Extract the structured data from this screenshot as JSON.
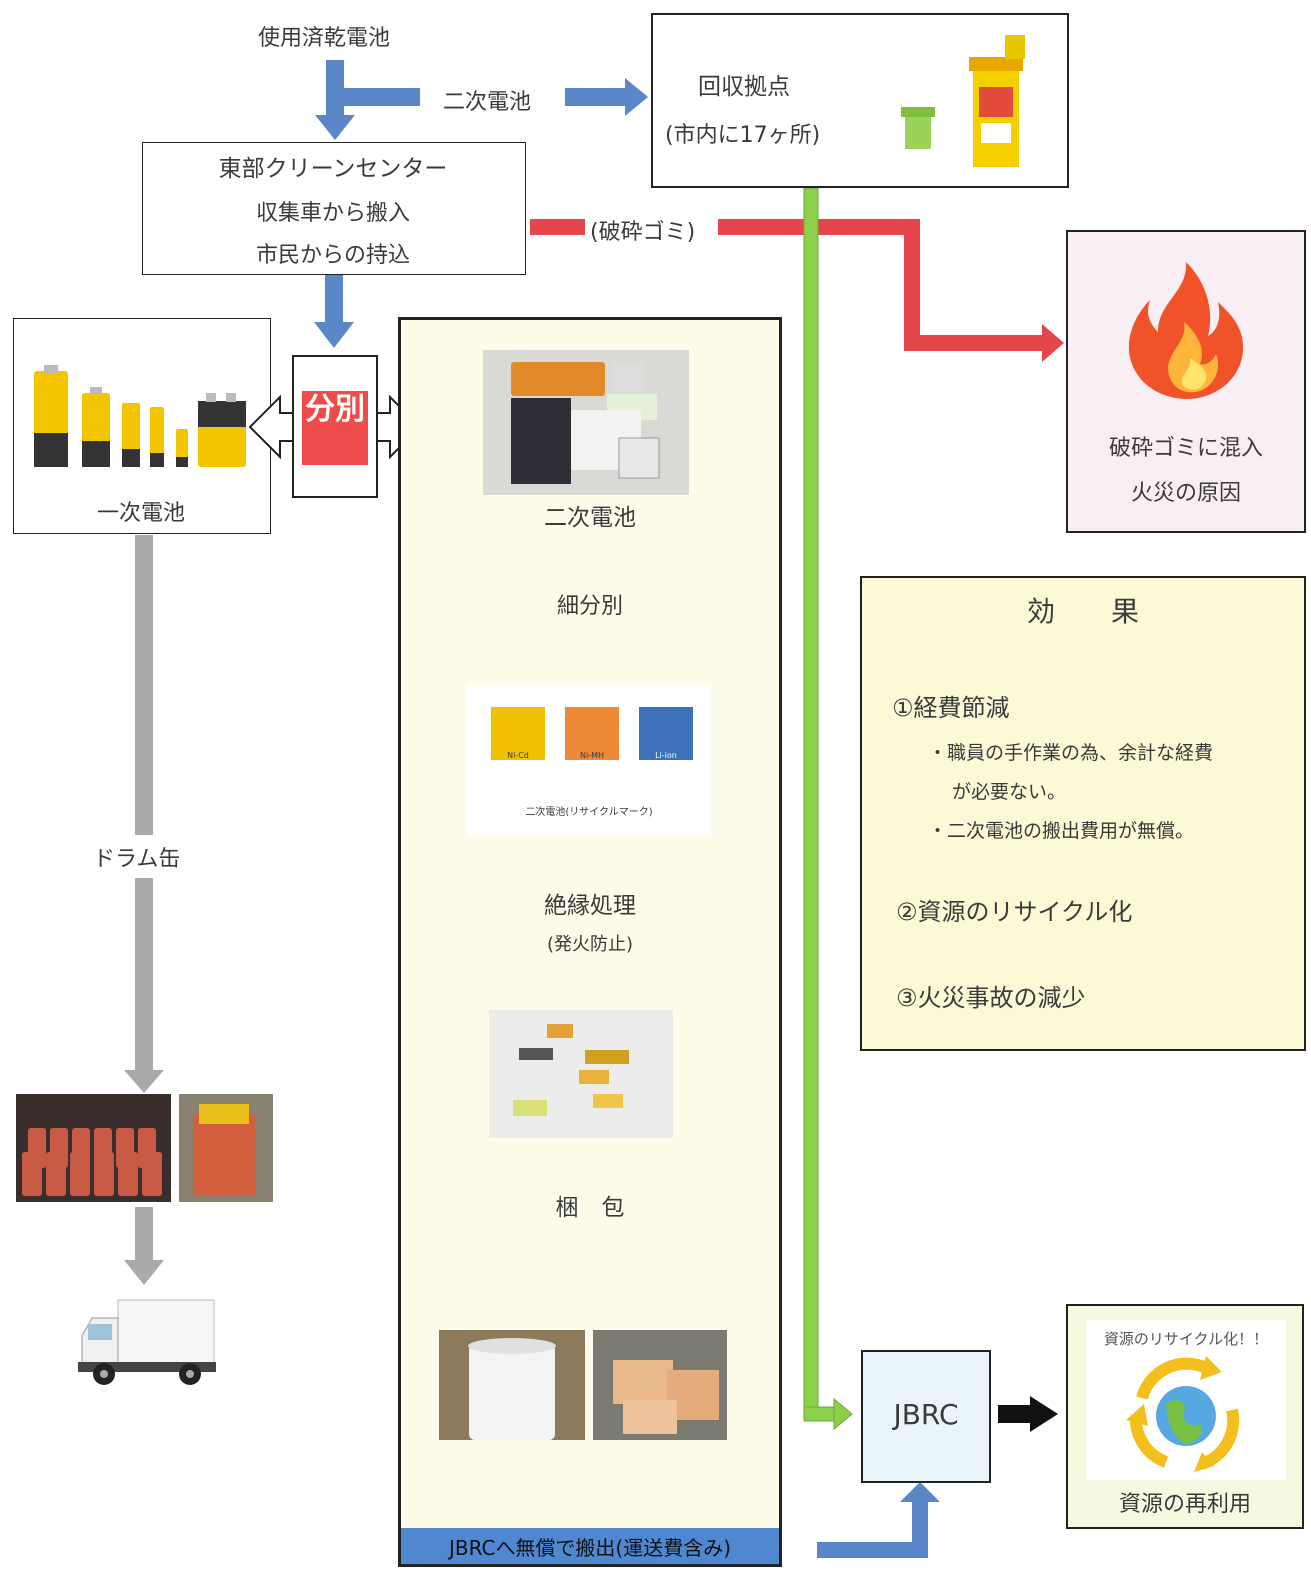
{
  "flow": {
    "used_batteries": "使用済乾電池",
    "secondary_to_collection": "二次電池",
    "collection_point": {
      "title": "回収拠点",
      "subtitle": "(市内に17ヶ所)"
    },
    "center": {
      "line1": "東部クリーンセンター",
      "line2": "収集車から搬入",
      "line3": "市民からの持込"
    },
    "crushed_waste_label": "(破砕ゴミ)",
    "fire_box": {
      "line1": "破砕ゴミに混入",
      "line2": "火災の原因"
    },
    "sort_label": "分別",
    "primary_label": "一次電池",
    "drum_label": "ドラム缶",
    "secondary_box": {
      "title": "二次電池",
      "step1": "細分別",
      "recycle_marks": [
        {
          "code": "Ni-Cd",
          "color": "#f2c200"
        },
        {
          "code": "Ni-MH",
          "color": "#ee8a35"
        },
        {
          "code": "Li-ion",
          "color": "#3d72b8"
        }
      ],
      "recycle_caption": "二次電池(リサイクルマーク)",
      "step2": "絶縁処理",
      "step2_note": "(発火防止)",
      "step3": "梱　包",
      "footer": "JBRCへ無償で搬出(運送費含み)"
    },
    "jbrc": "JBRC",
    "reuse_box": {
      "top": "資源のリサイクル化！！",
      "bottom": "資源の再利用"
    }
  },
  "effects": {
    "title": "効　　果",
    "item1": "①経費節減",
    "item1_bullet1a": "・職員の手作業の為、余計な経費",
    "item1_bullet1b": "が必要ない。",
    "item1_bullet2": "・二次電池の搬出費用が無償。",
    "item2": "②資源のリサイクル化",
    "item3": "③火災事故の減少"
  },
  "colors": {
    "blue_arrow": "#5b87c9",
    "red_arrow": "#e5464c",
    "green_line": "#8ccf4a",
    "gray_arrow": "#a9a9a9",
    "cream_bg": "#fdfcea",
    "effects_bg": "#fbf9d6",
    "fire_bg": "#f8eef4",
    "jbrc_bg": "#e9f5fb",
    "sort_red": "#ee4b4b"
  },
  "icons": [
    "battery-icon",
    "fire-icon",
    "truck-icon",
    "globe-recycle-icon",
    "arrow-icon"
  ]
}
